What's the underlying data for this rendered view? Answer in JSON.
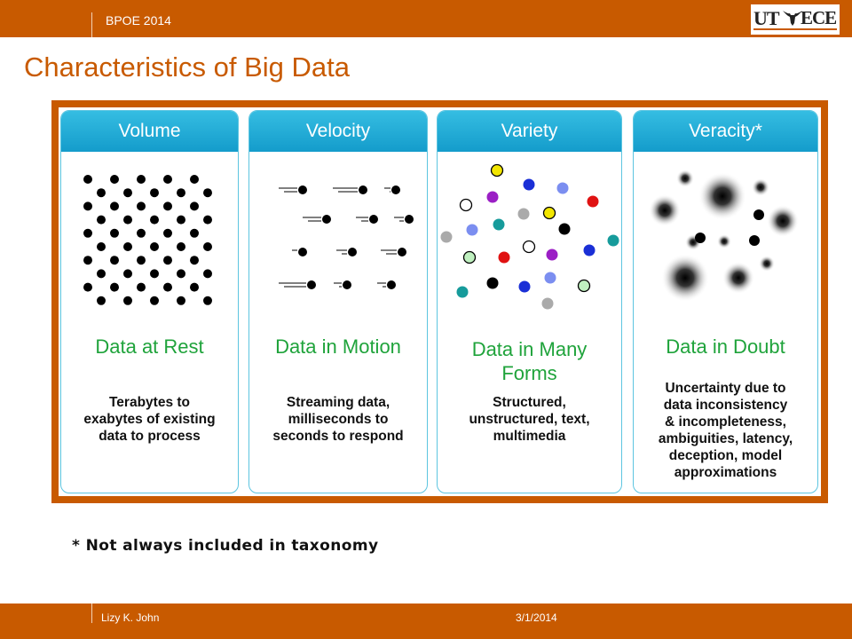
{
  "header": {
    "conference": "BPOE 2014",
    "logo": {
      "left_text": "UT",
      "right_text": "ECE",
      "icon": "longhorn-icon"
    }
  },
  "slide": {
    "title": "Characteristics of Big Data",
    "footnote": "* Not always included in taxonomy"
  },
  "cards": [
    {
      "heading": "Volume",
      "subtitle": [
        "Data at Rest"
      ],
      "description": [
        "Terabytes to",
        "exabytes of existing",
        "data to process"
      ],
      "icon": "dot-grid-icon"
    },
    {
      "heading": "Velocity",
      "subtitle": [
        "Data in Motion"
      ],
      "description": [
        "Streaming data,",
        "milliseconds to",
        "seconds to respond"
      ],
      "icon": "moving-dots-icon"
    },
    {
      "heading": "Variety",
      "subtitle": [
        "Data in Many",
        "Forms"
      ],
      "description": [
        "Structured,",
        "unstructured, text,",
        "multimedia"
      ],
      "icon": "colored-dots-icon"
    },
    {
      "heading": "Veracity*",
      "subtitle": [
        "Data in Doubt"
      ],
      "description": [
        "Uncertainty due to",
        "data inconsistency",
        "& incompleteness,",
        "ambiguities, latency,",
        "deception, model",
        "approximations"
      ],
      "icon": "blurred-dots-icon"
    }
  ],
  "footer": {
    "author": "Lizy K. John",
    "date": "3/1/2014"
  },
  "colors": {
    "accent": "#c85a00",
    "card_header": "#1fa6d3",
    "subtitle_green": "#1fa33b",
    "card_border": "#5cc5e0"
  }
}
